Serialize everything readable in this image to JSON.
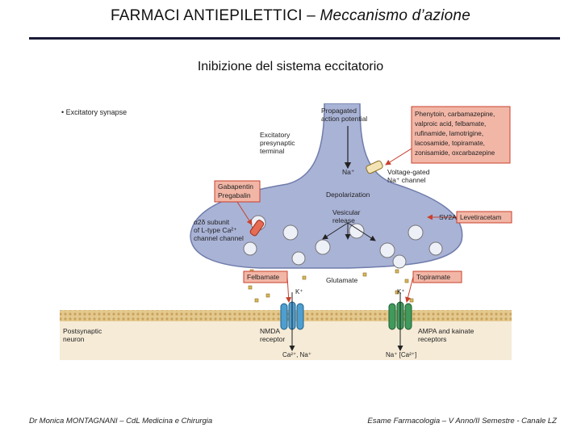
{
  "slide": {
    "title_main": "FARMACI  ANTIEPILETTICI – ",
    "title_italic": "Meccanismo d’azione",
    "subtitle": "Inibizione del sistema eccitatorio"
  },
  "figure": {
    "panel_label": "Excitatory synapse",
    "propagated_ap": [
      "Propagated",
      "action potential"
    ],
    "presynaptic_terminal": [
      "Excitatory",
      "presynaptic",
      "terminal"
    ],
    "na_channel_drugs": [
      "Phenytoin, carbamazepine,",
      "valproic acid, felbamate,",
      "rufinamide, lamotrigine,",
      "lacosamide, topiramate,",
      "zonisamide, oxcarbazepine"
    ],
    "na_ion": "Na⁺",
    "voltage_gated_na": [
      "Voltage-gated",
      "Na⁺ channel"
    ],
    "depolarization": "Depolarization",
    "gabapentin": [
      "Gabapentin",
      "Pregabalin"
    ],
    "alpha2delta": [
      "α2δ subunit",
      "of L-type Ca²⁺",
      "channel channel"
    ],
    "vesicular_release": [
      "Vesicular",
      "release"
    ],
    "sv2a": "SV2A",
    "levetiracetam": "Levetiracetam",
    "felbamate": "Felbamate",
    "glutamate": "Glutamate",
    "topiramate": "Topiramate",
    "k_left": "K⁺",
    "k_right": "K⁺",
    "postsynaptic": [
      "Postsynaptic",
      "neuron"
    ],
    "nmda": [
      "NMDA",
      "receptor"
    ],
    "ampa": [
      "AMPA and kainate",
      "receptors"
    ],
    "ions_left": "Ca²⁺, Na⁺",
    "ions_right": "Na⁺ [Ca²⁺]",
    "colors": {
      "terminal_fill": "#a9b3d6",
      "terminal_stroke": "#6f7cab",
      "drug_box": "#f2b6a6",
      "drug_border": "#c8412e",
      "membrane": "#d8b878",
      "nmda_receptor": "#4d9fd1",
      "ampa_receptor": "#3f9a5c",
      "postsynaptic_fill": "#f6ebd7"
    }
  },
  "footer": {
    "left": "Dr Monica MONTAGNANI – CdL Medicina e Chirurgia",
    "right": "Esame Farmacologia – V Anno/II Semestre - Canale LZ"
  }
}
